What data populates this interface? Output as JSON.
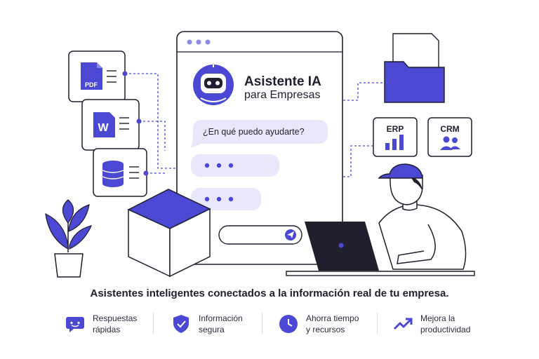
{
  "colors": {
    "accent": "#4b48d4",
    "stroke": "#1f1f2e",
    "bubble": "#e9e8fb",
    "line": "#4b48d4"
  },
  "assistant": {
    "title": "Asistente IA",
    "subtitle": "para Empresas"
  },
  "chat": {
    "question": "¿En qué puedo ayudarte?",
    "typing_dots": "• • •"
  },
  "docs": {
    "pdf": "PDF",
    "word": "W",
    "erp": "ERP",
    "crm": "CRM"
  },
  "tagline": "Asistentes inteligentes conectados a la información real de tu empresa.",
  "features": [
    {
      "icon": "chat-bubble-icon",
      "line1": "Respuestas",
      "line2": "rápidas"
    },
    {
      "icon": "shield-check-icon",
      "line1": "Información",
      "line2": "segura"
    },
    {
      "icon": "clock-icon",
      "line1": "Ahorra tiempo",
      "line2": "y recursos"
    },
    {
      "icon": "trend-up-icon",
      "line1": "Mejora la",
      "line2": "productividad"
    }
  ]
}
